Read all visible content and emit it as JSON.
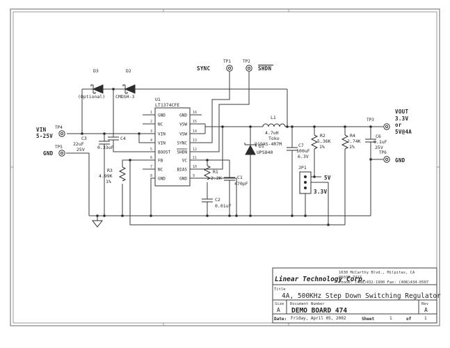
{
  "page": {
    "bg": "#ffffff",
    "frame_color": "#9a9a9a",
    "ink": "#2f2f2f"
  },
  "top": {
    "sync": "SYNC",
    "tp1": "TP1",
    "tp2": "TP2",
    "shdn": "SHDN"
  },
  "left": {
    "vin": "VIN",
    "vin_range": "5-25V",
    "tp4": "TP4",
    "gnd": "GND",
    "tp5": "TP5"
  },
  "right": {
    "tp3": "TP3",
    "vout": "VOUT",
    "vout_line1": "3.3V",
    "vout_line2": "or",
    "vout_line3": "5V@4A",
    "tp6": "TP6",
    "gnd": "GND"
  },
  "ic": {
    "ref": "U1",
    "part": "LT1374CFE",
    "pins_left": [
      {
        "n": "1",
        "name": "GND"
      },
      {
        "n": "2",
        "name": "NC"
      },
      {
        "n": "3",
        "name": "VIN"
      },
      {
        "n": "4",
        "name": "VIN"
      },
      {
        "n": "5",
        "name": "BOOST"
      },
      {
        "n": "6",
        "name": "FB"
      },
      {
        "n": "7",
        "name": "NC"
      },
      {
        "n": "8",
        "name": "GND"
      }
    ],
    "pins_right": [
      {
        "n": "16",
        "name": "GND"
      },
      {
        "n": "15",
        "name": "VSW"
      },
      {
        "n": "14",
        "name": "VSW"
      },
      {
        "n": "13",
        "name": "SYNC"
      },
      {
        "n": "12",
        "name": "SHDN"
      },
      {
        "n": "11",
        "name": "VC"
      },
      {
        "n": "10",
        "name": "BIAS"
      },
      {
        "n": "9",
        "name": "GND"
      }
    ]
  },
  "components": {
    "d3": {
      "ref": "D3",
      "value": "(Optional)"
    },
    "d2": {
      "ref": "D2",
      "value": "CMDSH-3"
    },
    "d1": {
      "ref": "D1",
      "value": "UPS840"
    },
    "c3": {
      "ref": "C3",
      "value": "22uF",
      "rating": "25V"
    },
    "c4": {
      "ref": "C4",
      "value": "0.33uF"
    },
    "r3": {
      "ref": "R3",
      "value": "4.99K",
      "tol": "1%"
    },
    "r1": {
      "ref": "R1",
      "value": "2.2K"
    },
    "c1": {
      "ref": "C1",
      "value": "470pF"
    },
    "c2": {
      "ref": "C2",
      "value": "0.01uF"
    },
    "l1": {
      "ref": "L1",
      "value": "4.7uH",
      "mfr": "Toko",
      "part": "919AS-4R7M"
    },
    "c7": {
      "ref": "C7",
      "value": "100uF",
      "rating": "6.3V"
    },
    "r2": {
      "ref": "R2",
      "value": "5.36K",
      "tol": "1%"
    },
    "r4": {
      "ref": "R4",
      "value": "2.74K",
      "tol": "1%"
    },
    "c6": {
      "ref": "C6",
      "value": "0.1uF",
      "rating": "25V"
    },
    "jp1": {
      "ref": "JP1",
      "option_5v": "5V",
      "option_3v3": "3.3V"
    }
  },
  "titleblock": {
    "company": "Linear Technology Corp.",
    "address_line1": "1630 McCarthy Blvd., Milpitas, CA",
    "address_line2": "95035-7417",
    "address_line3": "Phone: (408)432-1900 Fax: (408)434-0507",
    "title_label": "Title",
    "title": "4A, 500KHz Step Down Switching Regulator",
    "size_label": "Size",
    "size": "A",
    "doc_label": "Document Number",
    "doc_number": "DEMO BOARD 474",
    "rev_label": "Rev",
    "rev": "A",
    "date_label": "Date:",
    "date": "Friday, April 05, 2002",
    "sheet_label": "Sheet",
    "sheet_num": "1",
    "of_label": "of",
    "sheet_total": "1"
  }
}
